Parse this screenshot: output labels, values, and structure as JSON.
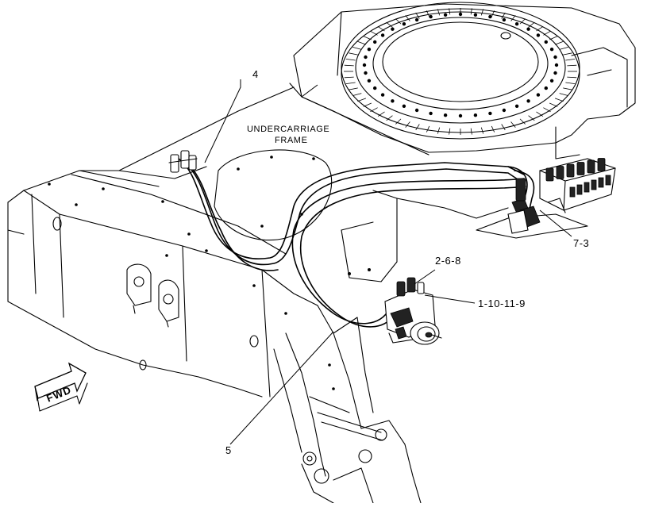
{
  "diagram": {
    "frame_label": [
      "UNDERCARRIAGE",
      "FRAME"
    ],
    "direction_label": "FWD",
    "callouts": [
      {
        "id": "c4",
        "text": "4"
      },
      {
        "id": "c73",
        "text": "7-3"
      },
      {
        "id": "c268",
        "text": "2-6-8"
      },
      {
        "id": "c11011",
        "text": "1-10-11-9"
      },
      {
        "id": "c5",
        "text": "5"
      }
    ]
  }
}
